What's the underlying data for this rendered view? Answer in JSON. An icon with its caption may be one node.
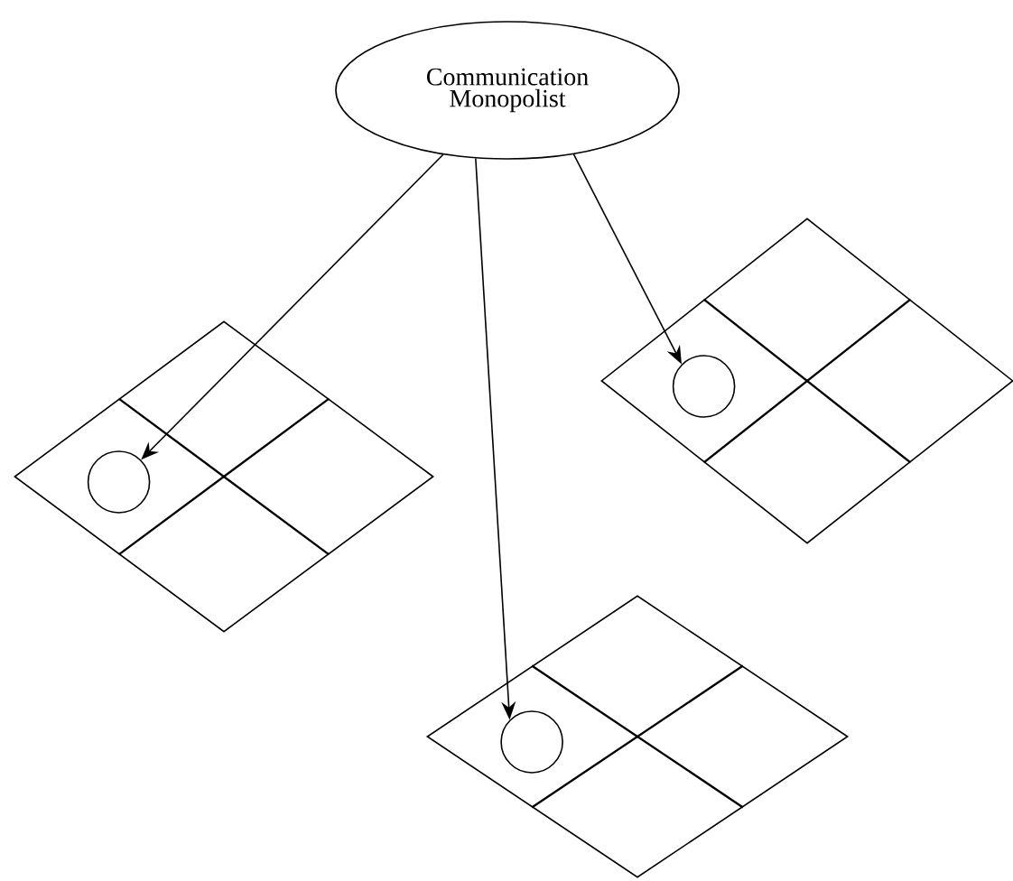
{
  "diagram": {
    "nodes": [
      {
        "text": [
          "Communication Monopolist"
        ]
      },
      {
        "text": [],
        "shape": "diamond"
      },
      {
        "text": [],
        "shape": "circle",
        "in": 1
      },
      {
        "text": [],
        "shape": "diamond"
      },
      {
        "text": [],
        "shape": "circle",
        "in": 3
      },
      {
        "text": [],
        "shape": "diamond"
      },
      {
        "text": [],
        "shape": "circle",
        "in": 5
      }
    ],
    "edges": [
      {
        "from": 0,
        "to": 2,
        "arrow": "to"
      },
      {
        "from": 0,
        "to": 4,
        "arrow": "to"
      },
      {
        "from": 0,
        "to": 6,
        "arrow": "to"
      }
    ]
  }
}
